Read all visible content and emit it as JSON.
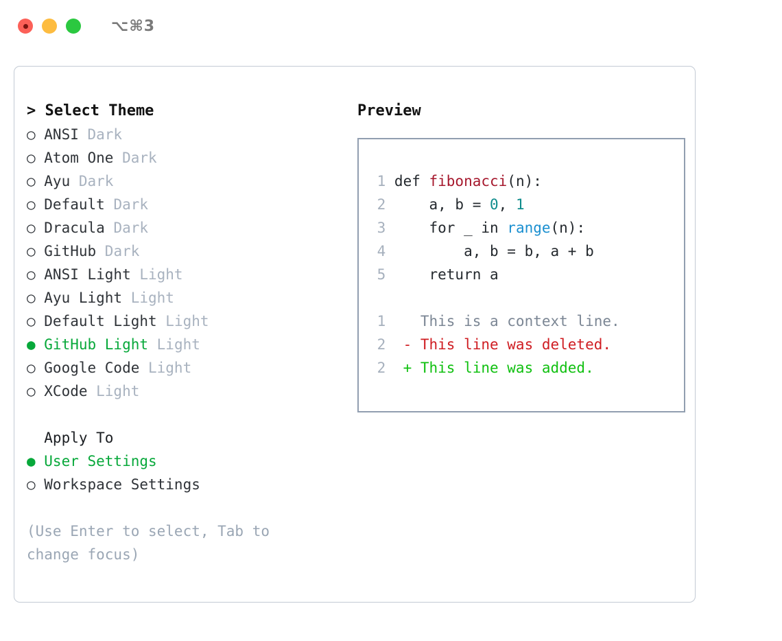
{
  "window": {
    "traffic_lights": [
      "close-red",
      "minimize-yellow",
      "maximize-green"
    ],
    "shortcut": "⌥⌘3"
  },
  "theme_picker": {
    "title": "> Select Theme",
    "options": [
      {
        "bullet": "○",
        "label": "ANSI",
        "variant": "Dark",
        "selected": false
      },
      {
        "bullet": "○",
        "label": "Atom One",
        "variant": "Dark",
        "selected": false
      },
      {
        "bullet": "○",
        "label": "Ayu",
        "variant": "Dark",
        "selected": false
      },
      {
        "bullet": "○",
        "label": "Default",
        "variant": "Dark",
        "selected": false
      },
      {
        "bullet": "○",
        "label": "Dracula",
        "variant": "Dark",
        "selected": false
      },
      {
        "bullet": "○",
        "label": "GitHub",
        "variant": "Dark",
        "selected": false
      },
      {
        "bullet": "○",
        "label": "ANSI Light",
        "variant": "Light",
        "selected": false
      },
      {
        "bullet": "○",
        "label": "Ayu Light",
        "variant": "Light",
        "selected": false
      },
      {
        "bullet": "○",
        "label": "Default Light",
        "variant": "Light",
        "selected": false
      },
      {
        "bullet": "●",
        "label": "GitHub Light",
        "variant": "Light",
        "selected": true
      },
      {
        "bullet": "○",
        "label": "Google Code",
        "variant": "Light",
        "selected": false
      },
      {
        "bullet": "○",
        "label": "XCode",
        "variant": "Light",
        "selected": false
      }
    ]
  },
  "apply_to": {
    "title": "Apply To",
    "options": [
      {
        "bullet": "●",
        "label": "User Settings",
        "selected": true
      },
      {
        "bullet": "○",
        "label": "Workspace Settings",
        "selected": false
      }
    ]
  },
  "hint": "(Use Enter to select, Tab to change focus)",
  "preview": {
    "title": "Preview",
    "code_lines": [
      {
        "num": "1",
        "tokens": [
          {
            "t": "def ",
            "c": "kw"
          },
          {
            "t": "fibonacci",
            "c": "fn"
          },
          {
            "t": "(n):",
            "c": "plain"
          }
        ]
      },
      {
        "num": "2",
        "tokens": [
          {
            "t": "    a, b = ",
            "c": "plain"
          },
          {
            "t": "0",
            "c": "num"
          },
          {
            "t": ", ",
            "c": "plain"
          },
          {
            "t": "1",
            "c": "num"
          }
        ]
      },
      {
        "num": "3",
        "tokens": [
          {
            "t": "    for _ in ",
            "c": "kw"
          },
          {
            "t": "range",
            "c": "call"
          },
          {
            "t": "(n):",
            "c": "plain"
          }
        ]
      },
      {
        "num": "4",
        "tokens": [
          {
            "t": "        a, b = b, a + b",
            "c": "plain"
          }
        ]
      },
      {
        "num": "5",
        "tokens": [
          {
            "t": "    return a",
            "c": "kw"
          }
        ]
      }
    ],
    "diff_lines": [
      {
        "num": "1",
        "marker": " ",
        "text": " This is a context line.",
        "kind": "ctx"
      },
      {
        "num": "2",
        "marker": "-",
        "text": " This line was deleted.",
        "kind": "del"
      },
      {
        "num": "2",
        "marker": "+",
        "text": " This line was added.",
        "kind": "add"
      }
    ]
  },
  "colors": {
    "accent_green": "#07a83a",
    "muted": "#a8b2bf",
    "hint": "#9aa6b4",
    "function_red": "#a6192e",
    "number_teal": "#0f8c8c",
    "call_blue": "#1a8fd0",
    "diff_delete": "#cf1d22",
    "diff_add": "#10c010",
    "border": "#919eb0"
  }
}
